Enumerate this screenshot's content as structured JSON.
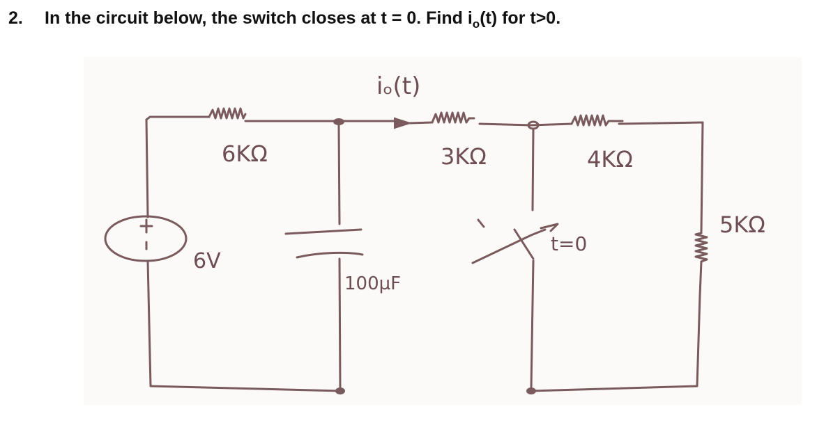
{
  "question": {
    "number": "2.",
    "text_before": "In the circuit below, the switch closes at t = 0.  Find i",
    "subscript": "o",
    "text_after": "(t) for t>0."
  },
  "circuit": {
    "current_label": "iₒ(t)",
    "resistor_1": "6KΩ",
    "resistor_2": "3KΩ",
    "resistor_3": "4KΩ",
    "resistor_4": "5KΩ",
    "source_value": "6V",
    "source_plus": "+",
    "source_minus": "-",
    "capacitor": "100µF",
    "switch_label": "t=0"
  }
}
